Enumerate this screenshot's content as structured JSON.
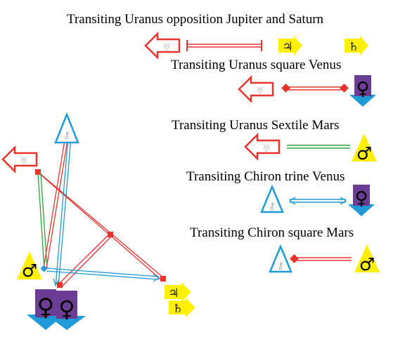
{
  "captions": [
    "Transiting Uranus opposition Jupiter and Saturn",
    "Transiting Uranus square Venus",
    "Transiting Uranus Sextile Mars",
    "Transiting Chiron trine Venus",
    "Transiting Chiron square Mars"
  ],
  "glyphs": {
    "uranus": "♅",
    "jupiter": "♃",
    "saturn": "♄",
    "venus": "♀",
    "mars": "♂",
    "chiron": "⚷"
  },
  "colors": {
    "uranus": "#e8332e",
    "jupiter_saturn": "#ffef00",
    "venus_fill": "#6b3d95",
    "venus_arrow": "#1e9ad6",
    "mars": "#ffef00",
    "chiron": "#1e9ad6",
    "opposition_line": "#e8332e",
    "square_line": "#e8332e",
    "sextile_line": "#2e9e3e",
    "trine_line": "#1e9ad6"
  }
}
